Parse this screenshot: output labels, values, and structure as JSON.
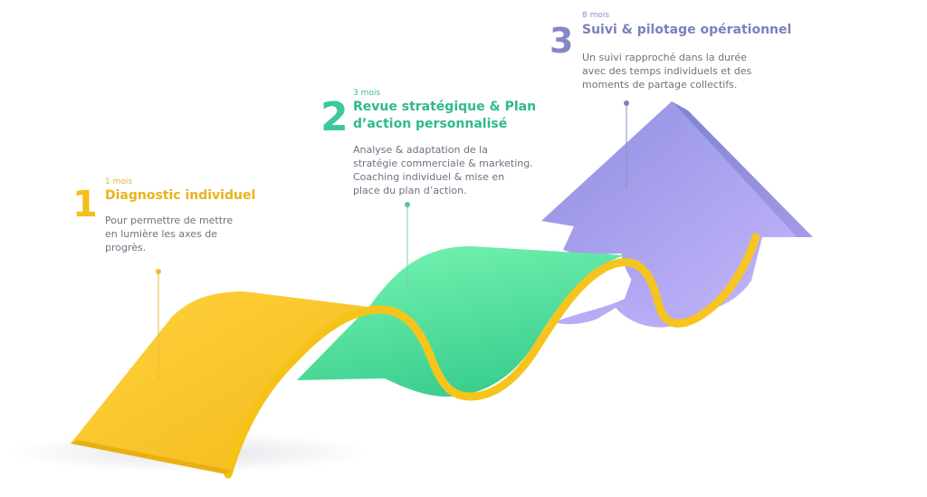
{
  "steps": [
    {
      "number": "1",
      "duration": "1 mois",
      "title": "Diagnostic individuel",
      "description": [
        "Pour permettre de mettre",
        "en lumière les axes de",
        "progrès."
      ],
      "color": "#f5be1b"
    },
    {
      "number": "2",
      "duration": "3 mois",
      "title": [
        "Revue stratégique & Plan",
        "d’action personnalisé"
      ],
      "description": [
        "Analyse & adaptation de la",
        "stratégie commerciale & marketing.",
        "Coaching individuel & mise en",
        "place du plan d’action."
      ],
      "color": "#3cc7a0"
    },
    {
      "number": "3",
      "duration": "8 mois",
      "title": "Suivi & pilotage opérationnel",
      "description": [
        "Un suivi rapproché dans la durée",
        "avec des temps individuels et des",
        "moments de partage collectifs."
      ],
      "color": "#8489c4"
    }
  ],
  "colors": {
    "yellow": "#f5be1b",
    "green": "#5fe6a6",
    "purple": "#a9a0f0",
    "text": "#6b7380"
  }
}
